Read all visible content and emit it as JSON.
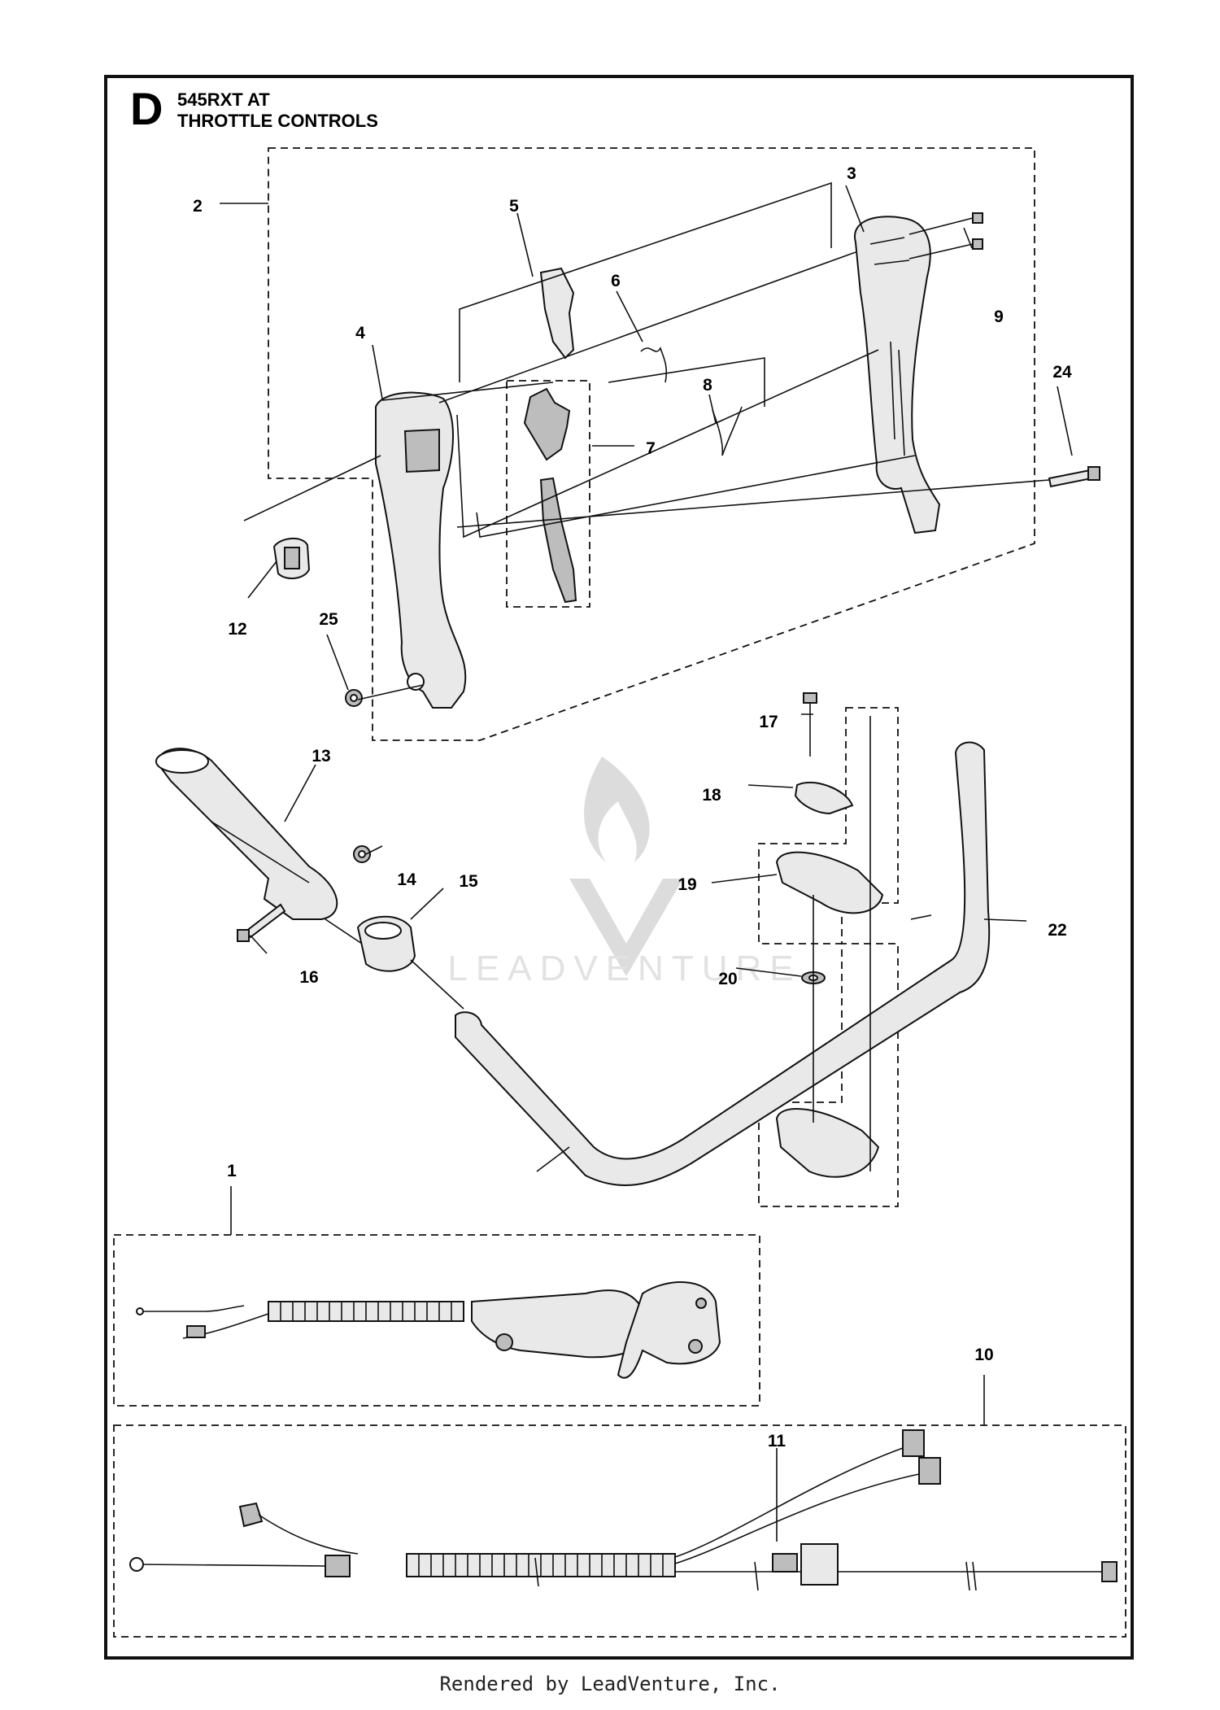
{
  "section_letter": "D",
  "model": "545RXT AT",
  "title": "THROTTLE CONTROLS",
  "footer": "Rendered by LeadVenture, Inc.",
  "watermark": "LEADVENTURE",
  "callouts": [
    "1",
    "2",
    "3",
    "4",
    "5",
    "6",
    "7",
    "8",
    "9",
    "10",
    "11",
    "12",
    "13",
    "14",
    "15",
    "16",
    "17",
    "18",
    "19",
    "20",
    "22",
    "24",
    "25"
  ],
  "colors": {
    "line": "#111111",
    "part_fill": "#e9e9e9",
    "part_dark": "#bdbdbd",
    "watermark": "#dcdcdc"
  }
}
